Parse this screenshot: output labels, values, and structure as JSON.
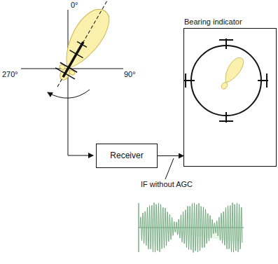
{
  "diagram": {
    "nodes": [
      {
        "text": [
          "Receiver"
        ]
      },
      {
        "text": [
          "Bearing indicator"
        ]
      }
    ],
    "edges": [
      {
        "from": 0,
        "to": 1,
        "arrow": "to"
      }
    ],
    "labels": [
      "0°",
      "270°",
      "90°",
      "IF without AGC"
    ]
  }
}
